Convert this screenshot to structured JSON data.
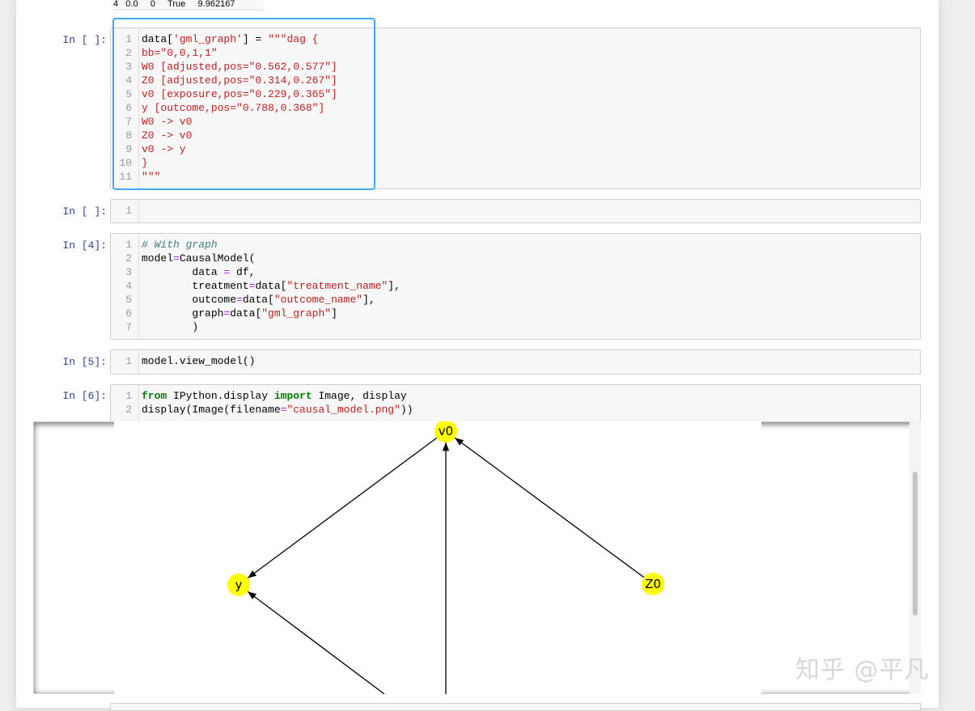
{
  "df_row_partial": "4   0.0     0     True     9.962167",
  "cells": [
    {
      "prompt": "In [ ]:",
      "lines": [
        {
          "n": "1",
          "t": [
            [
              "data[",
              "p"
            ],
            [
              "'gml_graph'",
              "s"
            ],
            [
              "] = ",
              "p"
            ],
            [
              "\"\"\"dag {",
              "s"
            ]
          ]
        },
        {
          "n": "2",
          "t": [
            [
              "bb=\"0,0,1,1\"",
              "s"
            ]
          ]
        },
        {
          "n": "3",
          "t": [
            [
              "W0 [adjusted,pos=\"0.562,0.577\"]",
              "s"
            ]
          ]
        },
        {
          "n": "4",
          "t": [
            [
              "Z0 [adjusted,pos=\"0.314,0.267\"]",
              "s"
            ]
          ]
        },
        {
          "n": "5",
          "t": [
            [
              "v0 [exposure,pos=\"0.229,0.365\"]",
              "s"
            ]
          ]
        },
        {
          "n": "6",
          "t": [
            [
              "y [outcome,pos=\"0.788,0.368\"]",
              "s"
            ]
          ]
        },
        {
          "n": "7",
          "t": [
            [
              "W0 -> v0",
              "s"
            ]
          ]
        },
        {
          "n": "8",
          "t": [
            [
              "Z0 -> v0",
              "s"
            ]
          ]
        },
        {
          "n": "9",
          "t": [
            [
              "v0 -> y",
              "s"
            ]
          ]
        },
        {
          "n": "10",
          "t": [
            [
              "}",
              "s"
            ]
          ]
        },
        {
          "n": "11",
          "t": [
            [
              "\"\"\"",
              "s"
            ]
          ]
        }
      ]
    },
    {
      "prompt": "In [ ]:",
      "lines": [
        {
          "n": "1",
          "t": [
            [
              "",
              "p"
            ]
          ]
        }
      ]
    },
    {
      "prompt": "In [4]:",
      "lines": [
        {
          "n": "1",
          "t": [
            [
              "# With graph",
              "c"
            ]
          ]
        },
        {
          "n": "2",
          "t": [
            [
              "model",
              "p"
            ],
            [
              "=",
              "o"
            ],
            [
              "CausalModel(",
              "p"
            ]
          ]
        },
        {
          "n": "3",
          "t": [
            [
              "        data ",
              "p"
            ],
            [
              "=",
              "o"
            ],
            [
              " df,",
              "p"
            ]
          ]
        },
        {
          "n": "4",
          "t": [
            [
              "        treatment",
              "p"
            ],
            [
              "=",
              "o"
            ],
            [
              "data[",
              "p"
            ],
            [
              "\"treatment_name\"",
              "s"
            ],
            [
              "],",
              "p"
            ]
          ]
        },
        {
          "n": "5",
          "t": [
            [
              "        outcome",
              "p"
            ],
            [
              "=",
              "o"
            ],
            [
              "data[",
              "p"
            ],
            [
              "\"outcome_name\"",
              "s"
            ],
            [
              "],",
              "p"
            ]
          ]
        },
        {
          "n": "6",
          "t": [
            [
              "        graph",
              "p"
            ],
            [
              "=",
              "o"
            ],
            [
              "data[",
              "p"
            ],
            [
              "\"gml_graph\"",
              "s"
            ],
            [
              "]",
              "p"
            ]
          ]
        },
        {
          "n": "7",
          "t": [
            [
              "        )",
              "p"
            ]
          ]
        }
      ]
    },
    {
      "prompt": "In [5]:",
      "lines": [
        {
          "n": "1",
          "t": [
            [
              "model.view_model()",
              "p"
            ]
          ]
        }
      ]
    },
    {
      "prompt": "In [6]:",
      "lines": [
        {
          "n": "1",
          "t": [
            [
              "from",
              "k"
            ],
            [
              " IPython.display ",
              "p"
            ],
            [
              "import",
              "k"
            ],
            [
              " Image, display",
              "p"
            ]
          ]
        },
        {
          "n": "2",
          "t": [
            [
              "display(Image(filename",
              "p"
            ],
            [
              "=",
              "o"
            ],
            [
              "\"causal_model.png\"",
              "s"
            ],
            [
              "))",
              "p"
            ]
          ]
        }
      ]
    }
  ],
  "graph": {
    "node_color": "#ffff00",
    "nodes": [
      {
        "id": "v0",
        "label": "v0"
      },
      {
        "id": "y",
        "label": "y"
      },
      {
        "id": "Z0",
        "label": "Z0"
      }
    ],
    "edges": [
      {
        "from": "v0",
        "to": "y"
      },
      {
        "from": "Z0",
        "to": "v0"
      },
      {
        "from": "below-center",
        "to": "v0"
      },
      {
        "from": "below-left",
        "to": "y"
      }
    ]
  },
  "watermark": "知乎 @平凡"
}
